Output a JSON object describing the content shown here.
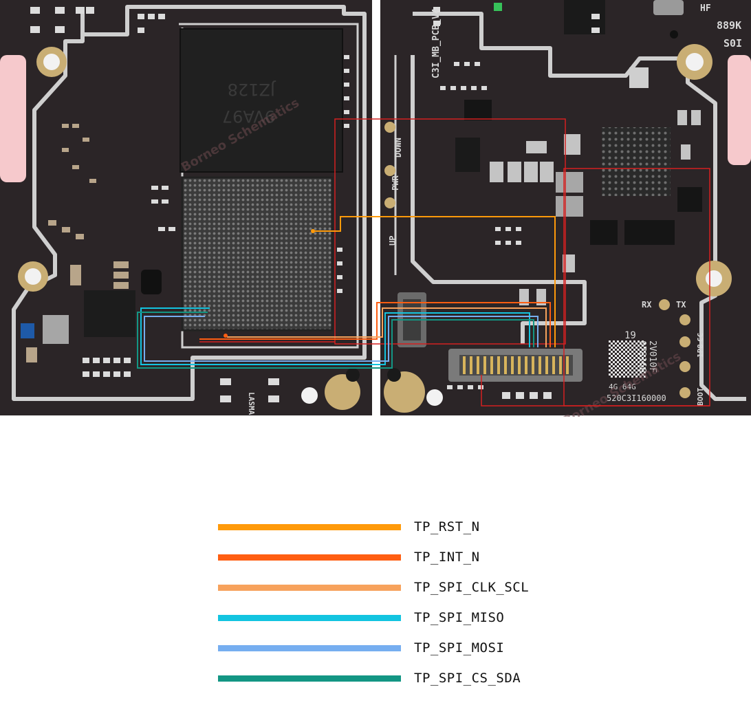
{
  "board": {
    "left_silk": [
      "JZ128",
      "9VA97",
      "LASMA"
    ],
    "right_silk": {
      "pcb_name": "C3I_MB_PCB_V4",
      "side_buttons": [
        "DOWN",
        "PWR",
        "UP"
      ],
      "uart": [
        "RX",
        "TX"
      ],
      "pads": [
        "1P8",
        "CC",
        "BOOT"
      ],
      "serial": [
        "19",
        "2V010F",
        "078166"
      ],
      "memory": "4G 64G",
      "sku": "520C3I160000",
      "top_code": "889K",
      "top_code2": "S0I",
      "brand": "HF"
    },
    "watermark": "Borneo Schematics"
  },
  "legend": [
    {
      "label": "TP_RST_N",
      "color": "#ff9a0a"
    },
    {
      "label": "TP_INT_N",
      "color": "#ff5e12"
    },
    {
      "label": "TP_SPI_CLK_SCL",
      "color": "#f7a25c"
    },
    {
      "label": "TP_SPI_MISO",
      "color": "#13c4e0"
    },
    {
      "label": "TP_SPI_MOSI",
      "color": "#76aef0"
    },
    {
      "label": "TP_SPI_CS_SDA",
      "color": "#139684"
    }
  ],
  "colors": {
    "board": "#2b2527",
    "board_edge": "#d4c79a",
    "trace_outline": "#cfcfcf",
    "chip": "#222222",
    "bga": "#3a3a3a",
    "highlight_box": "#d42020"
  }
}
